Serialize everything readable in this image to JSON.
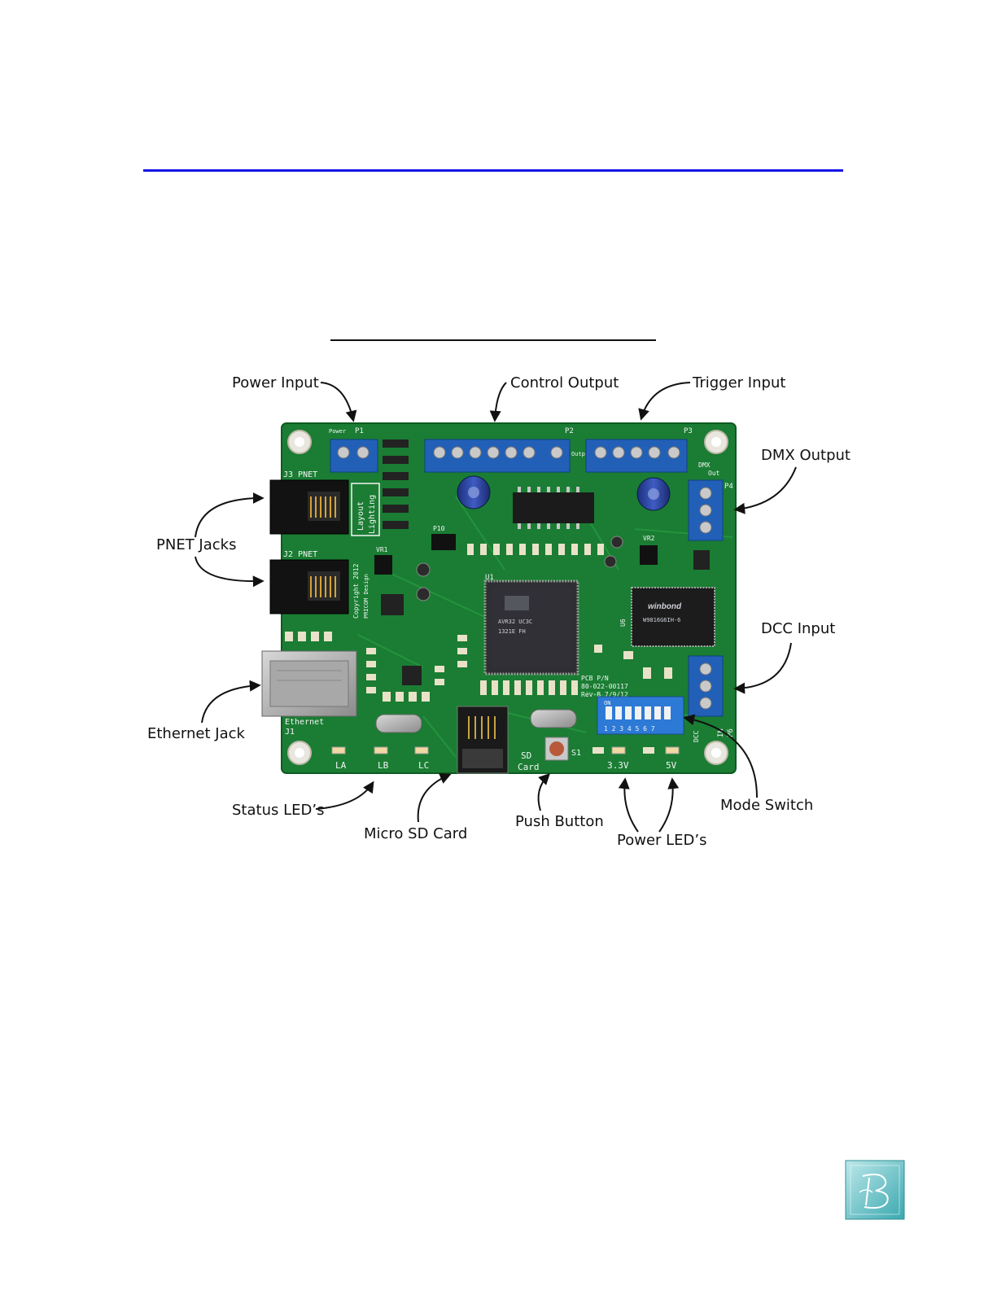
{
  "callouts": {
    "power_input": "Power Input",
    "control_output": "Control Output",
    "trigger_input": "Trigger Input",
    "dmx_output": "DMX Output",
    "pnet_jacks": "PNET Jacks",
    "dcc_input": "DCC Input",
    "ethernet_jack": "Ethernet Jack",
    "status_leds": "Status LED’s",
    "micro_sd_card": "Micro SD Card",
    "push_button": "Push Button",
    "power_leds": "Power LED’s",
    "mode_switch": "Mode Switch"
  },
  "board": {
    "p1": "P1",
    "power": "Power",
    "p2": "P2",
    "output": "Output",
    "p3": "P3",
    "p4": "P4",
    "dmx": "DMX",
    "out": "Out",
    "j3": "J3 PNET",
    "j2": "J2 PNET",
    "layout": "Layout",
    "lighting": "Lighting",
    "copyright": "Copyright 2012",
    "pricom": "PRICOM Design",
    "ethernet": "Ethernet",
    "j1": "J1",
    "led_la": "LA",
    "led_lb": "LB",
    "led_lc": "LC",
    "sd_label": "SD",
    "card_label": "Card",
    "s1": "S1",
    "v33": "3.3V",
    "v5": "5V",
    "pcb_pn": "PCB P/N",
    "pcb_num": "80-022-00117",
    "pcb_rev": "Rev-B 7/9/12",
    "u1": "U1",
    "u6": "U6",
    "winbond": "winbond",
    "p6": "P6",
    "in": "IN",
    "dcc": "DCC",
    "dip_on": "ON",
    "dip_numbers": "1 2 3 4 5 6 7",
    "vr1": "VR1",
    "vr2": "VR2",
    "p10": "P10"
  },
  "logo": {
    "icon": "db-monogram-logo"
  }
}
